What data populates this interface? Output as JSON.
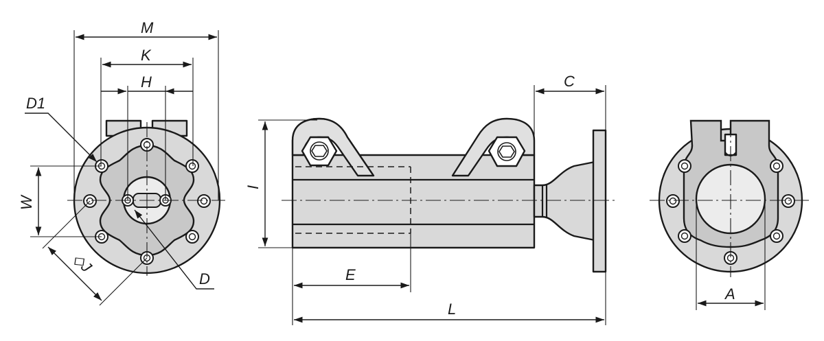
{
  "drawing": {
    "dimension_labels": {
      "M": "M",
      "K": "K",
      "H": "H",
      "D1": "D1",
      "W": "W",
      "J": "◇J",
      "D": "D",
      "I": "I",
      "C": "C",
      "E": "E",
      "L": "L",
      "A": "A"
    }
  },
  "colors": {
    "part_fill": "#d9d9d9",
    "line": "#1a1a1a",
    "background": "#ffffff"
  }
}
